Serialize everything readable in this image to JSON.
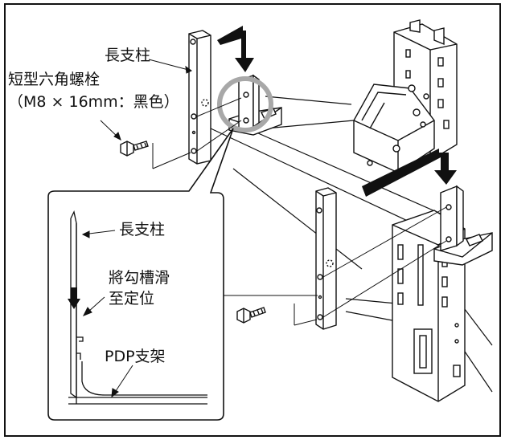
{
  "labels": {
    "long_pillar_top": "長支柱",
    "bolt_name": "短型六角螺栓",
    "bolt_spec": "（M8 × 16mm：黑色）",
    "long_pillar_inset": "長支柱",
    "slide_instruction_1": "將勾槽滑",
    "slide_instruction_2": "至定位",
    "pdp_bracket": "PDP支架"
  },
  "colors": {
    "line": "#111111",
    "callout_circle": "#a8a8a8",
    "background": "#ffffff"
  },
  "icons": {
    "arrow_top": "down-arrow-icon",
    "arrow_right": "down-arrow-icon",
    "arrow_inset": "down-arrow-icon",
    "bolt": "hex-bolt-icon"
  }
}
